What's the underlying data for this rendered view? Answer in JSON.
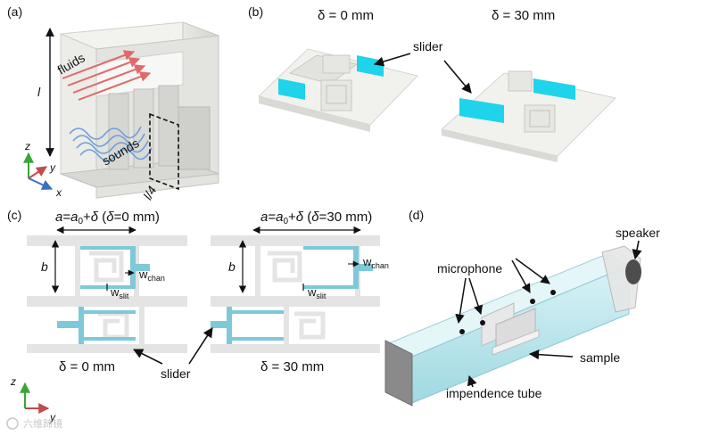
{
  "panels": {
    "a": "(a)",
    "b": "(b)",
    "c": "(c)",
    "d": "(d)"
  },
  "panel_a": {
    "fluids": "fluids",
    "sounds": "sounds",
    "length": "l",
    "quarter": "l/4",
    "axis_z": "z",
    "axis_y": "y",
    "axis_x": "x",
    "colors": {
      "fluid_arrow": "#e06a6a",
      "sound_wave": "#6f9fd8",
      "axis_z": "#3aa63a",
      "axis_y": "#c24b4b",
      "axis_x": "#3b6fc2"
    }
  },
  "panel_b": {
    "delta_left": "δ = 0 mm",
    "delta_right": "δ = 30 mm",
    "slider": "slider",
    "colors": {
      "slider": "#1fd3ea",
      "body": "#eeeeea"
    }
  },
  "panel_c": {
    "formula_left": "a=a0+δ (δ=0 mm)",
    "formula_right": "a=a0+δ (δ=30 mm)",
    "b_left": "b",
    "b_right": "b",
    "w_chan": "w",
    "w_chan_sub": "chan",
    "w_slit": "w",
    "w_slit_sub": "slit",
    "delta_left": "δ = 0 mm",
    "delta_right": "δ = 30 mm",
    "slider": "slider",
    "axis_z": "z",
    "axis_y": "y",
    "colors": {
      "channel": "#7dc9d9",
      "wall": "#e4e4e4"
    }
  },
  "panel_d": {
    "speaker": "speaker",
    "microphone": "microphone",
    "sample": "sample",
    "tube": "impendence tube",
    "colors": {
      "tube": "#bfe8ee",
      "end_cap": "#8a8a8a"
    }
  },
  "watermark": "六维蹄镜"
}
